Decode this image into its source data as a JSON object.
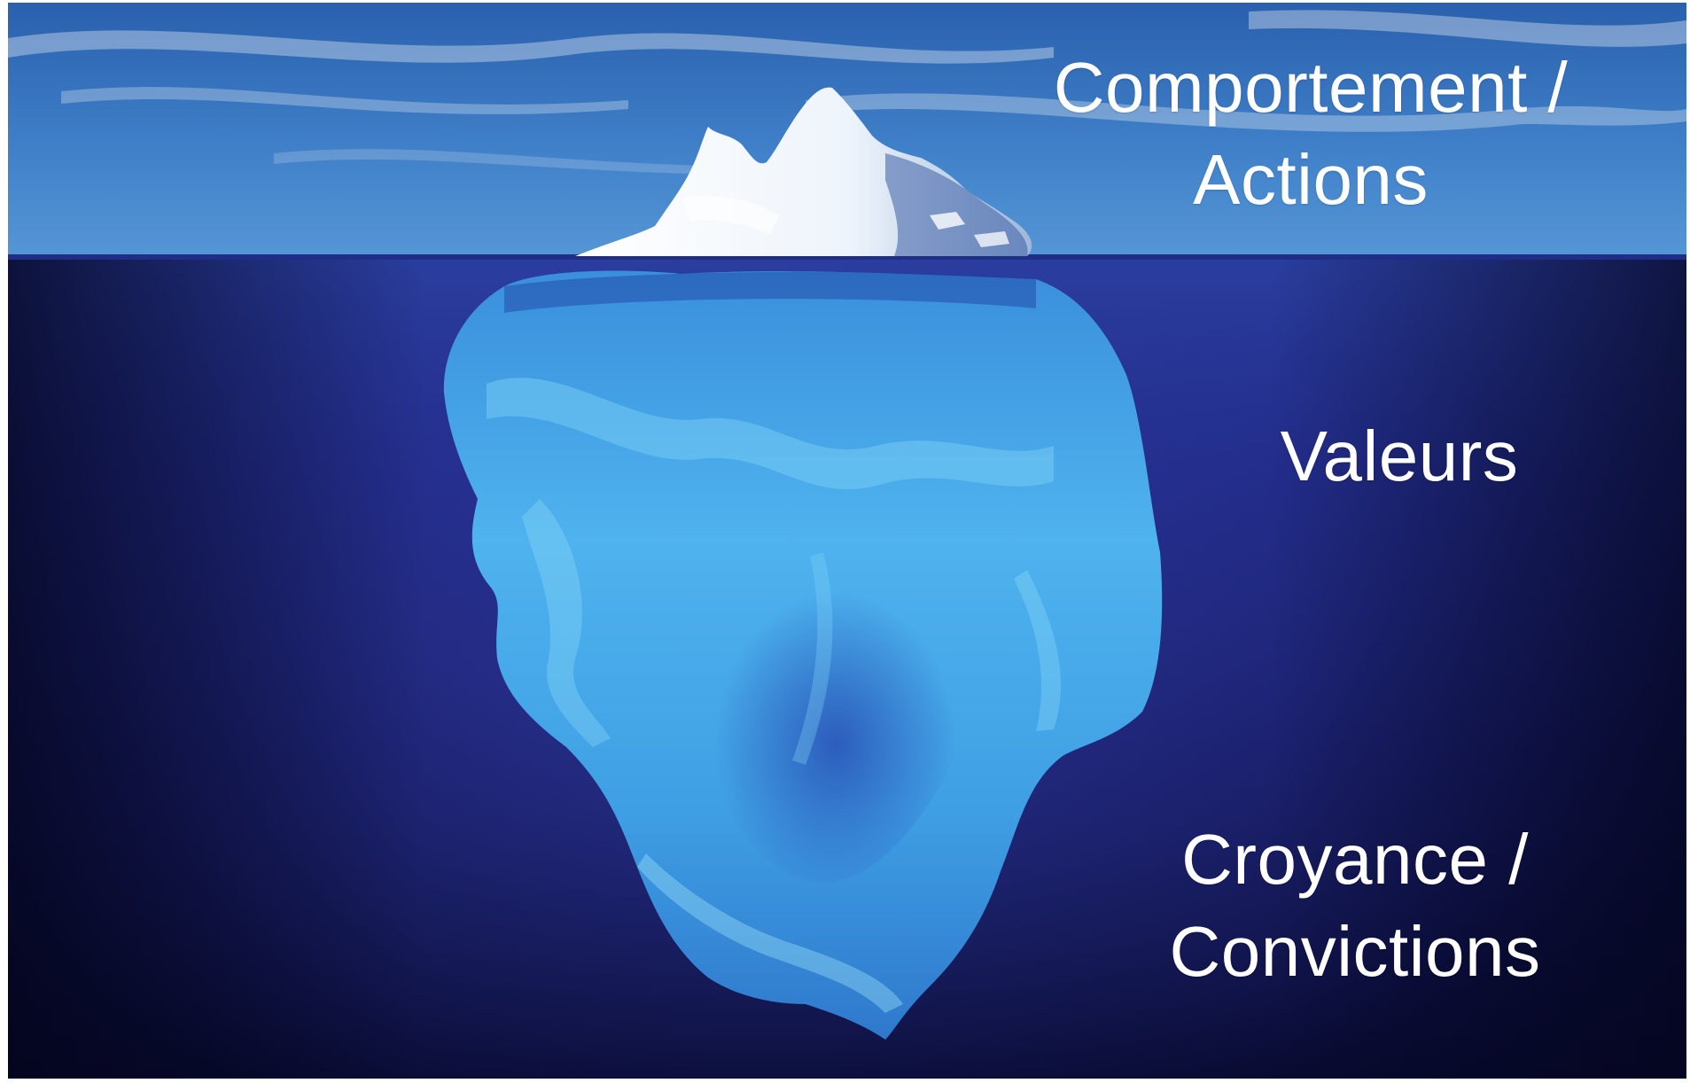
{
  "labels": {
    "surface": {
      "line1": "Comportement /",
      "line2": "Actions"
    },
    "middle": {
      "line1": "Valeurs"
    },
    "deep": {
      "line1": "Croyance /",
      "line2": "Convictions"
    }
  },
  "colors": {
    "sky_top": "#2e66b0",
    "sky_horizon": "#4c8fd2",
    "water_surface": "#2c3f9e",
    "water_deep": "#06082a",
    "ice_tip": "#f6f9fc",
    "ice_underwater": "#4fb6ee",
    "text": "#ffffff"
  }
}
